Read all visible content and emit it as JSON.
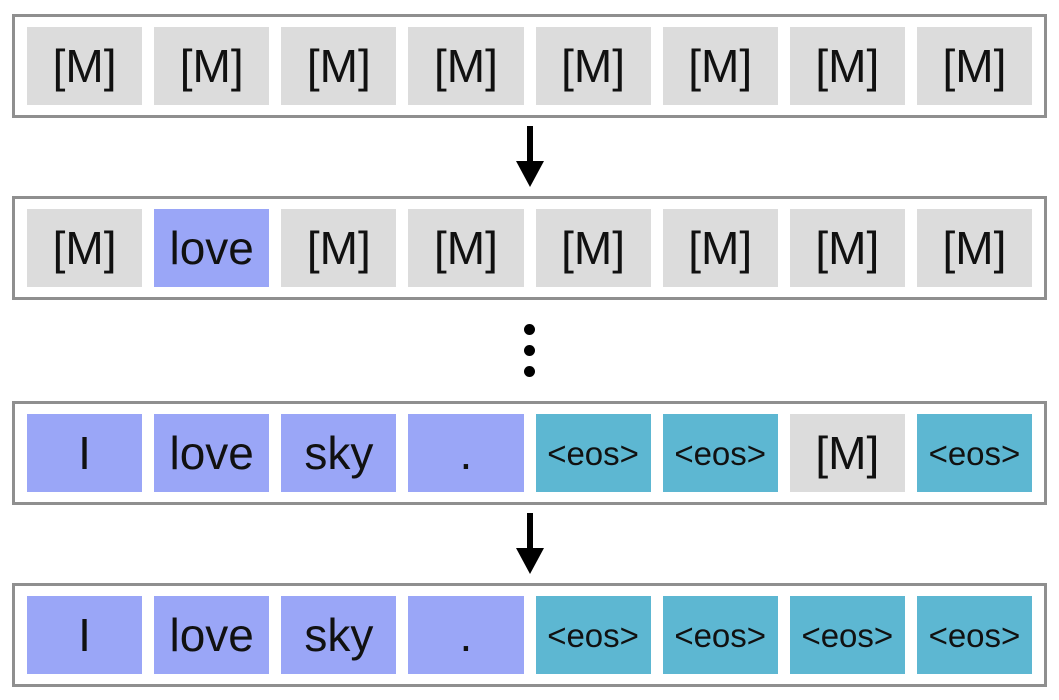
{
  "colors": {
    "mask_bg": "#dcdcdc",
    "word_bg": "#9aa6f7",
    "eos_bg": "#5db7d2",
    "frame_border": "#8f8f8f",
    "text": "#111111",
    "arrow": "#000000"
  },
  "icons": {
    "down_arrow_glyph": "↓",
    "vertical_ellipsis_glyph": "⋮"
  },
  "rows": [
    {
      "tokens": [
        {
          "text": "[M]",
          "type": "mask"
        },
        {
          "text": "[M]",
          "type": "mask"
        },
        {
          "text": "[M]",
          "type": "mask"
        },
        {
          "text": "[M]",
          "type": "mask"
        },
        {
          "text": "[M]",
          "type": "mask"
        },
        {
          "text": "[M]",
          "type": "mask"
        },
        {
          "text": "[M]",
          "type": "mask"
        },
        {
          "text": "[M]",
          "type": "mask"
        }
      ]
    },
    {
      "tokens": [
        {
          "text": "[M]",
          "type": "mask"
        },
        {
          "text": "love",
          "type": "word"
        },
        {
          "text": "[M]",
          "type": "mask"
        },
        {
          "text": "[M]",
          "type": "mask"
        },
        {
          "text": "[M]",
          "type": "mask"
        },
        {
          "text": "[M]",
          "type": "mask"
        },
        {
          "text": "[M]",
          "type": "mask"
        },
        {
          "text": "[M]",
          "type": "mask"
        }
      ]
    },
    {
      "tokens": [
        {
          "text": "I",
          "type": "word"
        },
        {
          "text": "love",
          "type": "word"
        },
        {
          "text": "sky",
          "type": "word"
        },
        {
          "text": ".",
          "type": "word"
        },
        {
          "text": "<eos>",
          "type": "eos"
        },
        {
          "text": "<eos>",
          "type": "eos"
        },
        {
          "text": "[M]",
          "type": "mask"
        },
        {
          "text": "<eos>",
          "type": "eos"
        }
      ]
    },
    {
      "tokens": [
        {
          "text": "I",
          "type": "word"
        },
        {
          "text": "love",
          "type": "word"
        },
        {
          "text": "sky",
          "type": "word"
        },
        {
          "text": ".",
          "type": "word"
        },
        {
          "text": "<eos>",
          "type": "eos"
        },
        {
          "text": "<eos>",
          "type": "eos"
        },
        {
          "text": "<eos>",
          "type": "eos"
        },
        {
          "text": "<eos>",
          "type": "eos"
        }
      ]
    }
  ]
}
